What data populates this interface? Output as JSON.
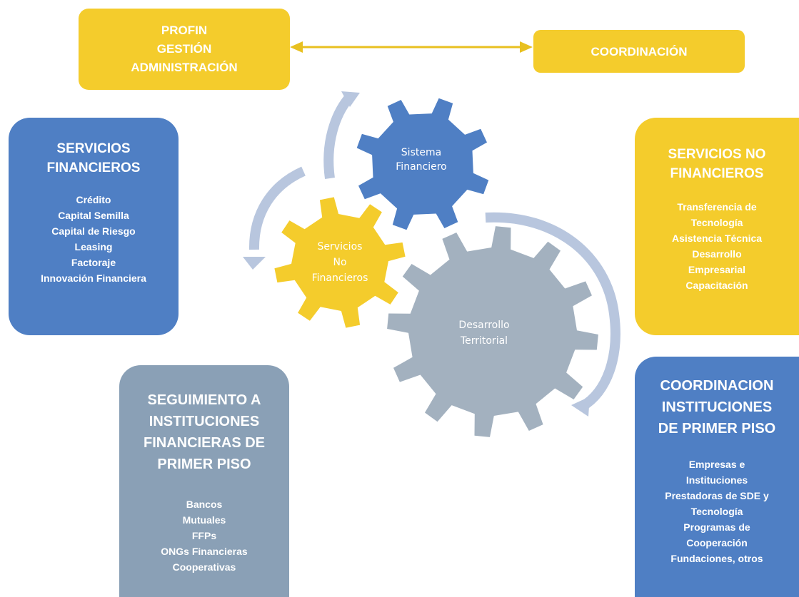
{
  "top": {
    "profin": [
      "PROFIN",
      "GESTIÓN",
      "ADMINISTRACIÓN"
    ],
    "coordinacion": "COORDINACIÓN"
  },
  "servicios_financieros": {
    "title": [
      "SERVICIOS",
      "FINANCIEROS"
    ],
    "items": [
      "Crédito",
      "Capital Semilla",
      "Capital de Riesgo",
      "Leasing",
      "Factoraje",
      "Innovación Financiera"
    ]
  },
  "servicios_no_financieros": {
    "title": [
      "SERVICIOS NO",
      "FINANCIEROS"
    ],
    "items": [
      "Transferencia de",
      "Tecnología",
      "Asistencia Técnica",
      "Desarrollo",
      "Empresarial",
      "Capacitación"
    ]
  },
  "seguimiento": {
    "title": [
      "SEGUIMIENTO A",
      "INSTITUCIONES",
      "FINANCIERAS DE",
      "PRIMER PISO"
    ],
    "items": [
      "Bancos",
      "Mutuales",
      "FFPs",
      "ONGs Financieras",
      "Cooperativas"
    ]
  },
  "coordinacion_instituciones": {
    "title": [
      "COORDINACION",
      "INSTITUCIONES",
      "DE PRIMER PISO"
    ],
    "items": [
      "Empresas e",
      "Instituciones",
      "Prestadoras de SDE y",
      "Tecnología",
      "Programas de",
      "Cooperación",
      "Fundaciones, otros"
    ]
  },
  "gears": {
    "sistema": [
      "Sistema",
      "Financiero"
    ],
    "servicios": [
      "Servicios",
      "No",
      "Financieros"
    ],
    "desarrollo": [
      "Desarrollo",
      "Territorial"
    ]
  },
  "colors": {
    "yellow": "#f4cc2c",
    "blue": "#4f7fc4",
    "grey": "#8aa0b6",
    "gear_blue": "#4f7fc4",
    "gear_yellow": "#f4cc2c",
    "gear_grey": "#a3b1bf",
    "arrow": "#b8c6de"
  }
}
